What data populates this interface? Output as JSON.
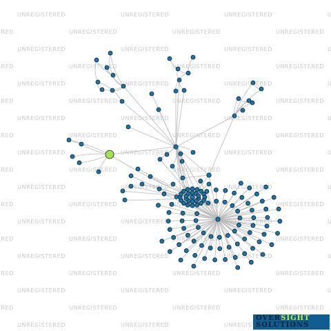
{
  "watermark": {
    "text": "UNREGISTERED"
  },
  "logo": {
    "part1": "OVER",
    "part2": "SIGHT",
    "part3": "SOLUTIONS"
  },
  "colors": {
    "background": "#ffffff",
    "edge": "#b8b8b8",
    "node_fill": "#1a75a8",
    "node_stroke": "#0a2233",
    "focus_fill": "#a8e04c",
    "watermark": "#c9c9c9",
    "logo_bg": "#0f5d91",
    "logo_text": "#0b1f33",
    "logo_accent": "#c8f03a"
  },
  "graph": {
    "focus_node": "company",
    "hubs": [
      "root",
      "main",
      "mid",
      "cluster"
    ],
    "groups": [
      "cluster-top-left",
      "cluster-top-center",
      "cluster-top-right",
      "cluster-left",
      "cluster-main",
      "cluster-dense",
      "cluster-fan"
    ]
  }
}
